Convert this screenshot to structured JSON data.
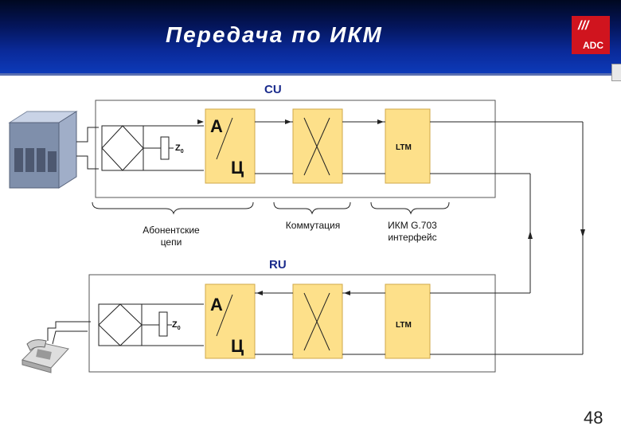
{
  "header": {
    "title": "Передача по ИКМ",
    "logo_text": "ADC",
    "logo_slashes": "///"
  },
  "diagram": {
    "cu": {
      "label": "CU",
      "adc_top": "А",
      "adc_bottom": "Ц",
      "ltm_label": "LTM",
      "z0_letter": "Z",
      "z0_sub": "0"
    },
    "ru": {
      "label": "RU",
      "adc_top": "А",
      "adc_bottom": "Ц",
      "ltm_label": "LTM",
      "z0_letter": "Z",
      "z0_sub": "0"
    },
    "brace_labels": {
      "subscriber": "Абонентские\nцепи",
      "switching": "Коммутация",
      "interface": "ИКМ G.703\nинтерфейс"
    }
  },
  "page_number": "48",
  "colors": {
    "header_dark": "#000820",
    "header_blue": "#0d3ab8",
    "block_fill": "#fde08a",
    "logo_red": "#d0141e",
    "section_label": "#1a2b8c"
  }
}
